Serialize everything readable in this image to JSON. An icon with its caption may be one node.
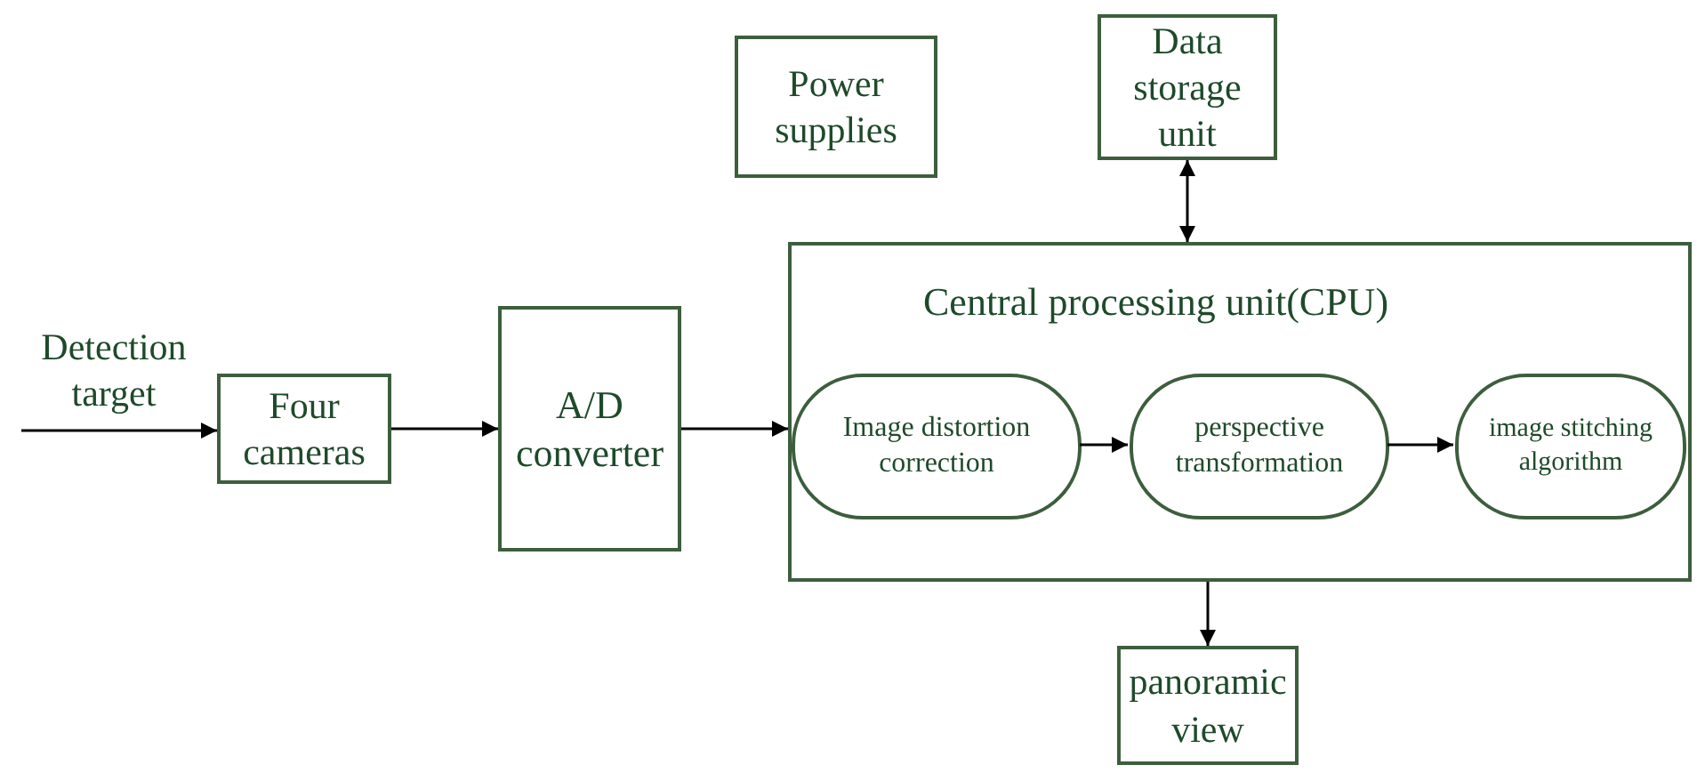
{
  "diagram": {
    "nodes": [
      {
        "text": [
          "Detection target"
        ]
      },
      {
        "text": [
          "Four cameras"
        ]
      },
      {
        "text": [
          "A/D converter"
        ]
      },
      {
        "text": [
          "Power supplies"
        ]
      },
      {
        "text": [
          "Data storage unit"
        ]
      },
      {
        "text": [
          "Central processing unit(CPU)"
        ]
      },
      {
        "text": [
          "Image distortion correction"
        ],
        "in": 5
      },
      {
        "text": [
          "perspective transformation"
        ],
        "in": 5
      },
      {
        "text": [
          "image stitching algorithm"
        ],
        "in": 5
      },
      {
        "text": [
          "panoramic view"
        ]
      }
    ],
    "edges": [
      {
        "from": 0,
        "to": 1,
        "arrow": "to"
      },
      {
        "from": 1,
        "to": 2,
        "arrow": "to"
      },
      {
        "from": 2,
        "to": 5,
        "arrow": "to"
      },
      {
        "from": 6,
        "to": 7,
        "arrow": "to"
      },
      {
        "from": 7,
        "to": 8,
        "arrow": "to"
      },
      {
        "from": 4,
        "to": 5,
        "arrow": "both"
      },
      {
        "from": 5,
        "to": 9,
        "arrow": "to"
      }
    ]
  }
}
